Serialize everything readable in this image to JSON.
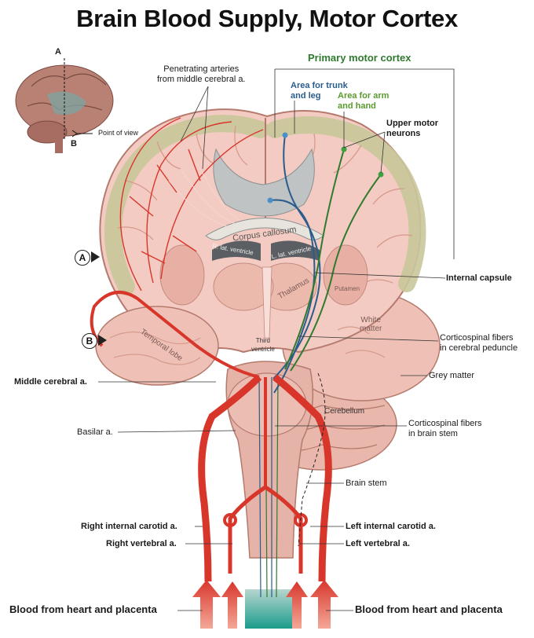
{
  "title": "Brain Blood Supply, Motor Cortex",
  "inset": {
    "marker_a": "A",
    "marker_b": "B",
    "point_of_view": "Point of view"
  },
  "labels": {
    "penetrating_line1": "Penetrating arteries",
    "penetrating_line2": "from middle cerebral a.",
    "primary_motor_cortex": "Primary motor cortex",
    "trunk_leg_line1": "Area for trunk",
    "trunk_leg_line2": "and leg",
    "arm_hand_line1": "Area for arm",
    "arm_hand_line2": "and hand",
    "upper_motor_line1": "Upper motor",
    "upper_motor_line2": "neurons",
    "internal_capsule": "Internal capsule",
    "corticospinal_peduncle_line1": "Corticospinal fibers",
    "corticospinal_peduncle_line2": "in cerebral peduncle",
    "grey_matter": "Grey matter",
    "middle_cerebral": "Middle cerebral a.",
    "basilar": "Basilar a.",
    "corticospinal_stem_line1": "Corticospinal fibers",
    "corticospinal_stem_line2": "in brain stem",
    "brain_stem": "Brain stem",
    "right_internal_carotid": "Right internal carotid a.",
    "left_internal_carotid": "Left internal carotid a.",
    "right_vertebral": "Right vertebral a.",
    "left_vertebral": "Left vertebral a.",
    "blood_left": "Blood from heart and placenta",
    "blood_right": "Blood from heart and placenta",
    "marker_a": "A",
    "marker_b": "B"
  },
  "structures": {
    "corpus_callosum": "Corpus callosum",
    "r_lat_ventricle": "R. lat. ventricle",
    "l_lat_ventricle": "L. lat. ventricle",
    "thalamus": "Thalamus",
    "putamen": "Putamen",
    "white_line1": "White",
    "white_line2": "matter",
    "third_line1": "Third",
    "third_line2": "ventricle",
    "temporal_lobe": "Temporal lobe",
    "cerebellum": "Cerebellum"
  },
  "colors": {
    "tissue": "#f2c9c0",
    "tissue_dark": "#d79a8c",
    "grey_cortex": "#c9c79a",
    "ventricle": "#5b5f63",
    "artery": "#d8362b",
    "motor_green": "#2f7a2f",
    "motor_blue": "#2a5c8c"
  }
}
